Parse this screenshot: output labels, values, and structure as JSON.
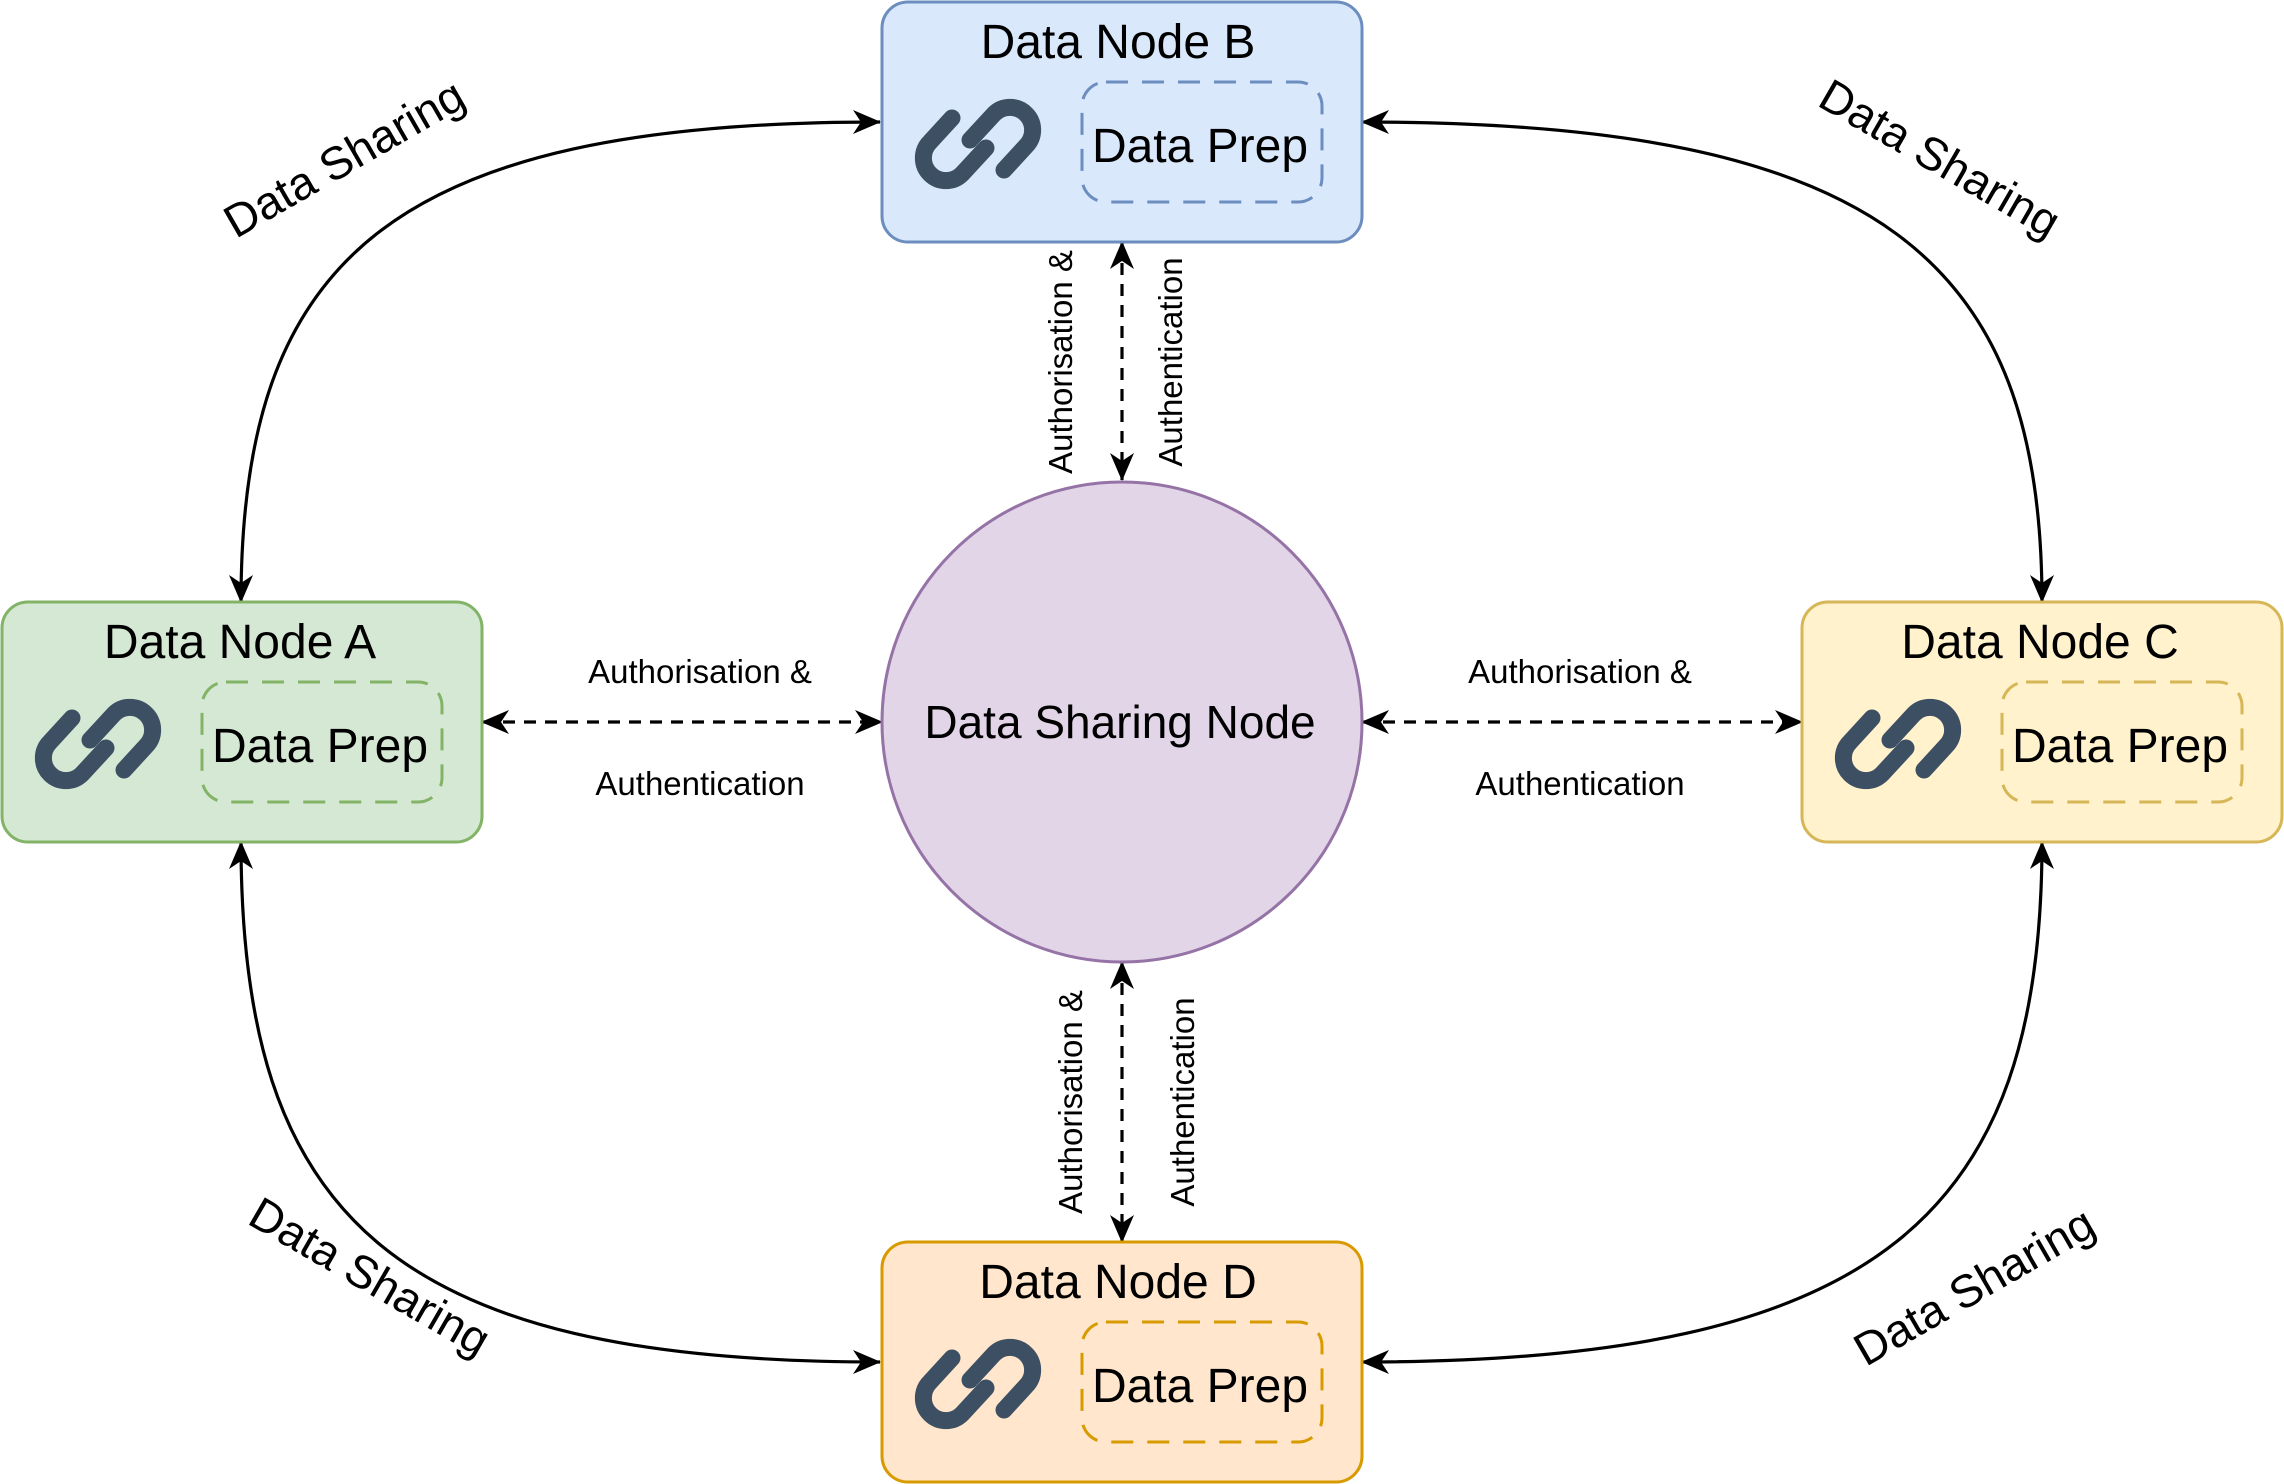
{
  "center_node": {
    "label": "Data Sharing Node",
    "fill": "#e1d5e7",
    "stroke": "#9673a6"
  },
  "nodes": {
    "a": {
      "title": "Data Node A",
      "prep": "Data Prep",
      "fill": "#d5e8d4",
      "stroke": "#82b366",
      "icon": "link-icon"
    },
    "b": {
      "title": "Data Node B",
      "prep": "Data Prep",
      "fill": "#dae8fc",
      "stroke": "#6c8ebf",
      "icon": "link-icon"
    },
    "c": {
      "title": "Data Node C",
      "prep": "Data Prep",
      "fill": "#fff2cc",
      "stroke": "#d6b656",
      "icon": "link-icon"
    },
    "d": {
      "title": "Data Node D",
      "prep": "Data Prep",
      "fill": "#ffe6cc",
      "stroke": "#d79b00",
      "icon": "link-icon"
    }
  },
  "edges": {
    "sharing_label": "Data Sharing",
    "auth_line1": "Authorisation &",
    "auth_line2": "Authentication"
  }
}
